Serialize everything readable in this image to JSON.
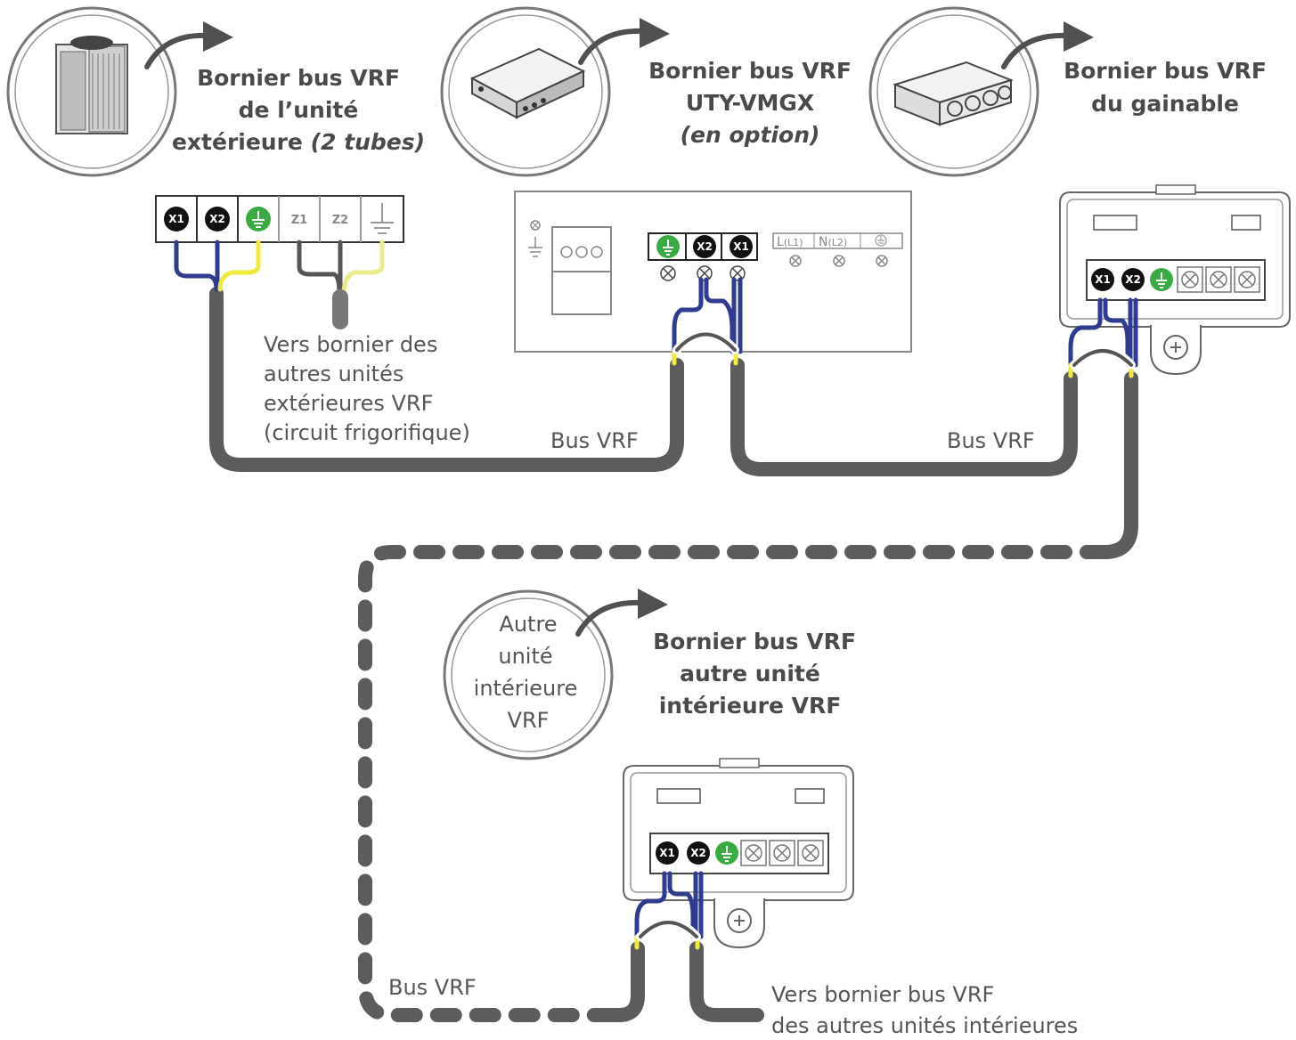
{
  "colors": {
    "cable": "#5c5c5c",
    "wire_blue": "#2e3b8e",
    "wire_yellow": "#f0ea3a",
    "earth_green": "#3aaa45",
    "terminal_black": "#111111",
    "circle_outline": "#777777",
    "arrow": "#505050",
    "text": "#4a4a4a"
  },
  "outdoor_unit": {
    "title_line1": "Bornier bus VRF",
    "title_line2": "de l’unité",
    "title_line3a": "extérieure",
    "title_line3b": "(2 tubes)",
    "terminals": [
      "X1",
      "X2",
      "earth",
      "Z1",
      "Z2",
      "earth"
    ],
    "t_x1": "X1",
    "t_x2": "X2",
    "t_z1": "Z1",
    "t_z2": "Z2",
    "note_line1": "Vers bornier des",
    "note_line2": "autres unités",
    "note_line3": "extérieures VRF",
    "note_line4": "(circuit frigorifique)"
  },
  "option_box": {
    "title_line1": "Bornier bus VRF",
    "title_line2": "UTY-VMGX",
    "title_line3": "(en option)",
    "t_x2": "X2",
    "t_x1": "X1",
    "power_l": "L",
    "power_l1": "(L1)",
    "power_n": "N",
    "power_l2": "(L2)"
  },
  "ducted_unit": {
    "title_line1": "Bornier bus VRF",
    "title_line2": "du gainable",
    "t_x1": "X1",
    "t_x2": "X2"
  },
  "other_indoor_unit": {
    "circle_line1": "Autre",
    "circle_line2": "unité",
    "circle_line3": "intérieure",
    "circle_line4": "VRF",
    "title_line1": "Bornier bus VRF",
    "title_line2": "autre unité",
    "title_line3": "intérieure VRF",
    "t_x1": "X1",
    "t_x2": "X2",
    "note_line1": "Vers bornier bus VRF",
    "note_line2": "des autres unités intérieures"
  },
  "bus_labels": [
    "Bus VRF",
    "Bus VRF",
    "Bus VRF"
  ]
}
